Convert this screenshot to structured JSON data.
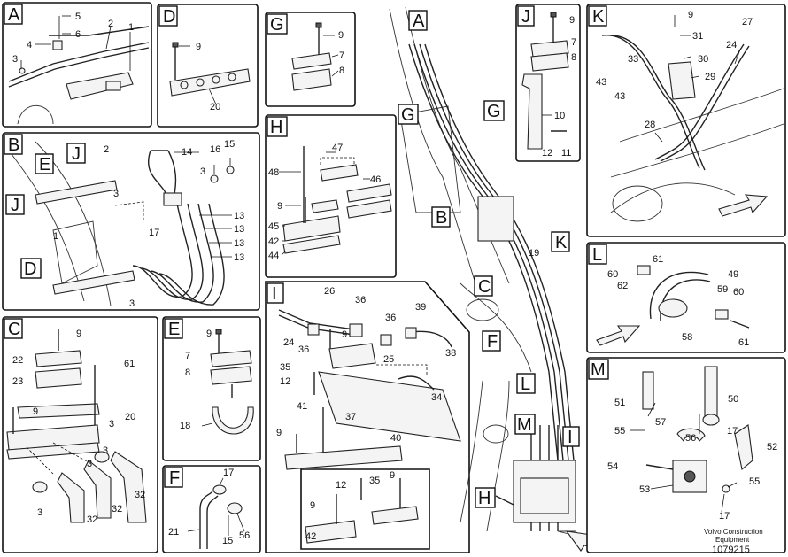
{
  "panels": {
    "A": {
      "letter": "A",
      "callouts": [
        "5",
        "6",
        "4",
        "3",
        "2",
        "1"
      ]
    },
    "D": {
      "letter": "D",
      "callouts": [
        "9",
        "20"
      ]
    },
    "G": {
      "letter": "G",
      "callouts": [
        "9",
        "7",
        "8"
      ]
    },
    "H": {
      "letter": "H",
      "callouts": [
        "47",
        "48",
        "46",
        "9",
        "45",
        "42",
        "44"
      ]
    },
    "B": {
      "letter": "B",
      "callouts": [
        "E",
        "J",
        "2",
        "14",
        "16",
        "15",
        "3",
        "J",
        "3",
        "1",
        "17",
        "13",
        "13",
        "13",
        "13",
        "D",
        "3"
      ]
    },
    "I": {
      "letter": "I",
      "callouts": [
        "26",
        "36",
        "24",
        "36",
        "9",
        "36",
        "39",
        "35",
        "25",
        "12",
        "38",
        "34",
        "41",
        "37",
        "9",
        "40"
      ]
    },
    "I_inset": {
      "callouts": [
        "12",
        "35",
        "9",
        "9",
        "42"
      ]
    },
    "C": {
      "letter": "C",
      "callouts": [
        "9",
        "22",
        "61",
        "23",
        "9",
        "20",
        "3",
        "3",
        "3",
        "32",
        "3",
        "32",
        "32"
      ]
    },
    "E": {
      "letter": "E",
      "callouts": [
        "9",
        "7",
        "8",
        "18"
      ]
    },
    "F": {
      "letter": "F",
      "callouts": [
        "17",
        "21",
        "15",
        "56"
      ]
    },
    "J": {
      "letter": "J",
      "callouts": [
        "9",
        "7",
        "8",
        "10",
        "12",
        "11"
      ]
    },
    "K": {
      "letter": "K",
      "callouts": [
        "9",
        "27",
        "31",
        "24",
        "33",
        "30",
        "43",
        "29",
        "43",
        "28"
      ]
    },
    "L": {
      "letter": "L",
      "callouts": [
        "61",
        "49",
        "60",
        "62",
        "59",
        "60",
        "58",
        "61"
      ]
    },
    "M": {
      "letter": "M",
      "callouts": [
        "51",
        "50",
        "57",
        "55",
        "17",
        "52",
        "54",
        "56",
        "53",
        "55",
        "17"
      ]
    }
  },
  "main_labels": [
    "A",
    "G",
    "G",
    "B",
    "K",
    "19",
    "C",
    "F",
    "L",
    "M",
    "I",
    "H"
  ],
  "footer": {
    "company": "Volvo Construction",
    "sub": "Equipment",
    "code": "1079215"
  },
  "colors": {
    "ink": "#111111",
    "background": "#ffffff"
  }
}
